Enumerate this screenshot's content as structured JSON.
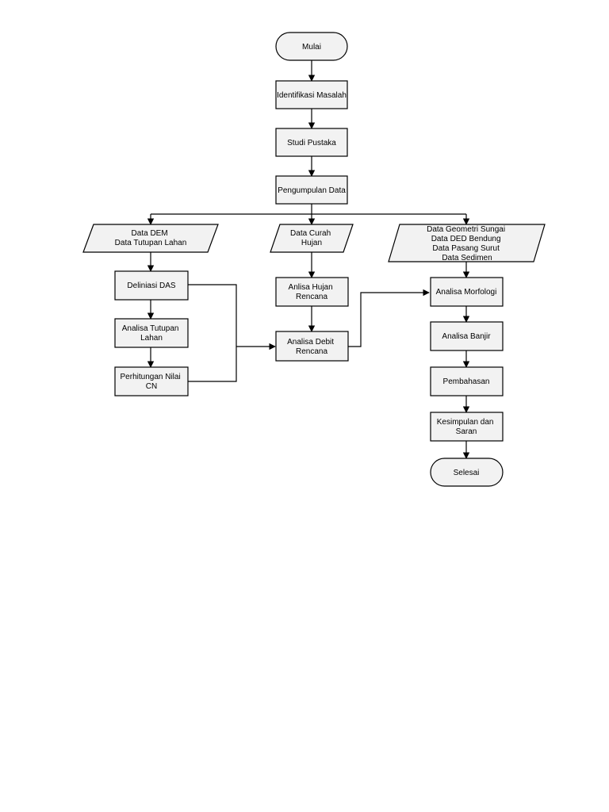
{
  "flowchart": {
    "nodes": {
      "mulai": [
        "Mulai"
      ],
      "identifikasi": [
        "Identifikasi Masalah"
      ],
      "studi": [
        "Studi Pustaka"
      ],
      "pengumpulan": [
        "Pengumpulan Data"
      ],
      "data_dem": [
        "Data DEM",
        "Data Tutupan Lahan"
      ],
      "data_curah": [
        "Data Curah",
        "Hujan"
      ],
      "data_geometri": [
        "Data Geometri Sungai",
        "Data DED Bendung",
        "Data Pasang Surut",
        "Data Sedimen"
      ],
      "deliniasi": [
        "Deliniasi DAS"
      ],
      "analisa_tutupan": [
        "Analisa Tutupan",
        "Lahan"
      ],
      "perhitungan_cn": [
        "Perhitungan Nilai",
        "CN"
      ],
      "anlisa_hujan": [
        "Anlisa Hujan",
        "Rencana"
      ],
      "analisa_debit": [
        "Analisa Debit",
        "Rencana"
      ],
      "analisa_morfologi": [
        "Analisa Morfologi"
      ],
      "analisa_banjir": [
        "Analisa Banjir"
      ],
      "pembahasan": [
        "Pembahasan"
      ],
      "kesimpulan": [
        "Kesimpulan dan",
        "Saran"
      ],
      "selesai": [
        "Selesai"
      ]
    },
    "edges": [
      [
        "mulai",
        "identifikasi"
      ],
      [
        "identifikasi",
        "studi"
      ],
      [
        "studi",
        "pengumpulan"
      ],
      [
        "pengumpulan",
        "data_dem"
      ],
      [
        "pengumpulan",
        "data_curah"
      ],
      [
        "pengumpulan",
        "data_geometri"
      ],
      [
        "data_dem",
        "deliniasi"
      ],
      [
        "deliniasi",
        "analisa_tutupan"
      ],
      [
        "analisa_tutupan",
        "perhitungan_cn"
      ],
      [
        "data_curah",
        "anlisa_hujan"
      ],
      [
        "anlisa_hujan",
        "analisa_debit"
      ],
      [
        "deliniasi",
        "analisa_debit"
      ],
      [
        "perhitungan_cn",
        "analisa_debit"
      ],
      [
        "analisa_debit",
        "analisa_morfologi"
      ],
      [
        "data_geometri",
        "analisa_morfologi"
      ],
      [
        "analisa_morfologi",
        "analisa_banjir"
      ],
      [
        "analisa_banjir",
        "pembahasan"
      ],
      [
        "pembahasan",
        "kesimpulan"
      ],
      [
        "kesimpulan",
        "selesai"
      ]
    ]
  }
}
